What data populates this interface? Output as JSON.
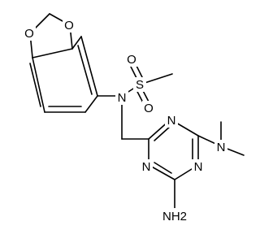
{
  "molecule": {
    "atoms": {
      "o_ring_top": "O",
      "o_ring_bottom": "O",
      "n_sulfonamide": "N",
      "s_sulfonyl": "S",
      "o_sulfonyl_upper": "O",
      "o_sulfonyl_lower": "O",
      "n_triazine_top": "N",
      "n_triazine_left": "N",
      "n_triazine_right": "N",
      "n_dimethylamino": "N",
      "amino_group": "NH2"
    }
  }
}
